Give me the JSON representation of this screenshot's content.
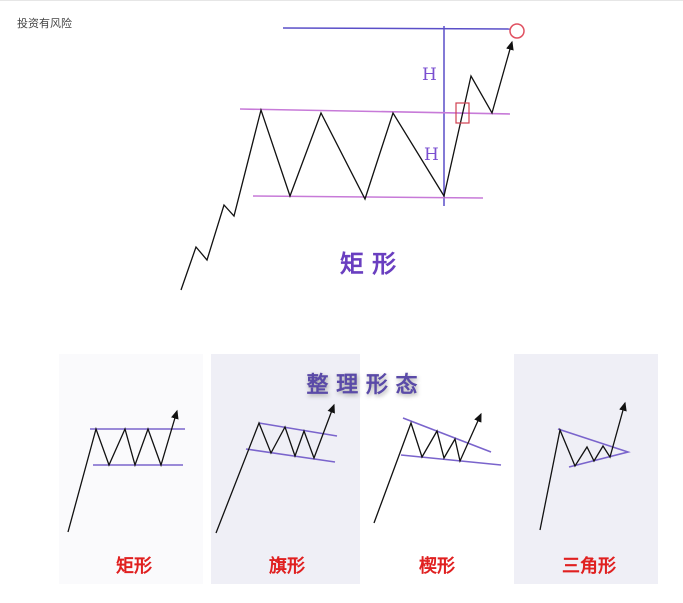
{
  "header": {
    "risk_notice": "投资有风险"
  },
  "main_diagram": {
    "title": "矩 形",
    "height_label_upper": "H",
    "height_label_lower": "H"
  },
  "bottom_panel": {
    "title": "整 理 形 态",
    "patterns": [
      {
        "label": "矩形"
      },
      {
        "label": "旗形"
      },
      {
        "label": "楔形"
      },
      {
        "label": "三角形"
      }
    ]
  },
  "colors": {
    "label_red": "#e02020",
    "title_purple": "#6a3fc0",
    "panel_gray": "#efeff6"
  }
}
